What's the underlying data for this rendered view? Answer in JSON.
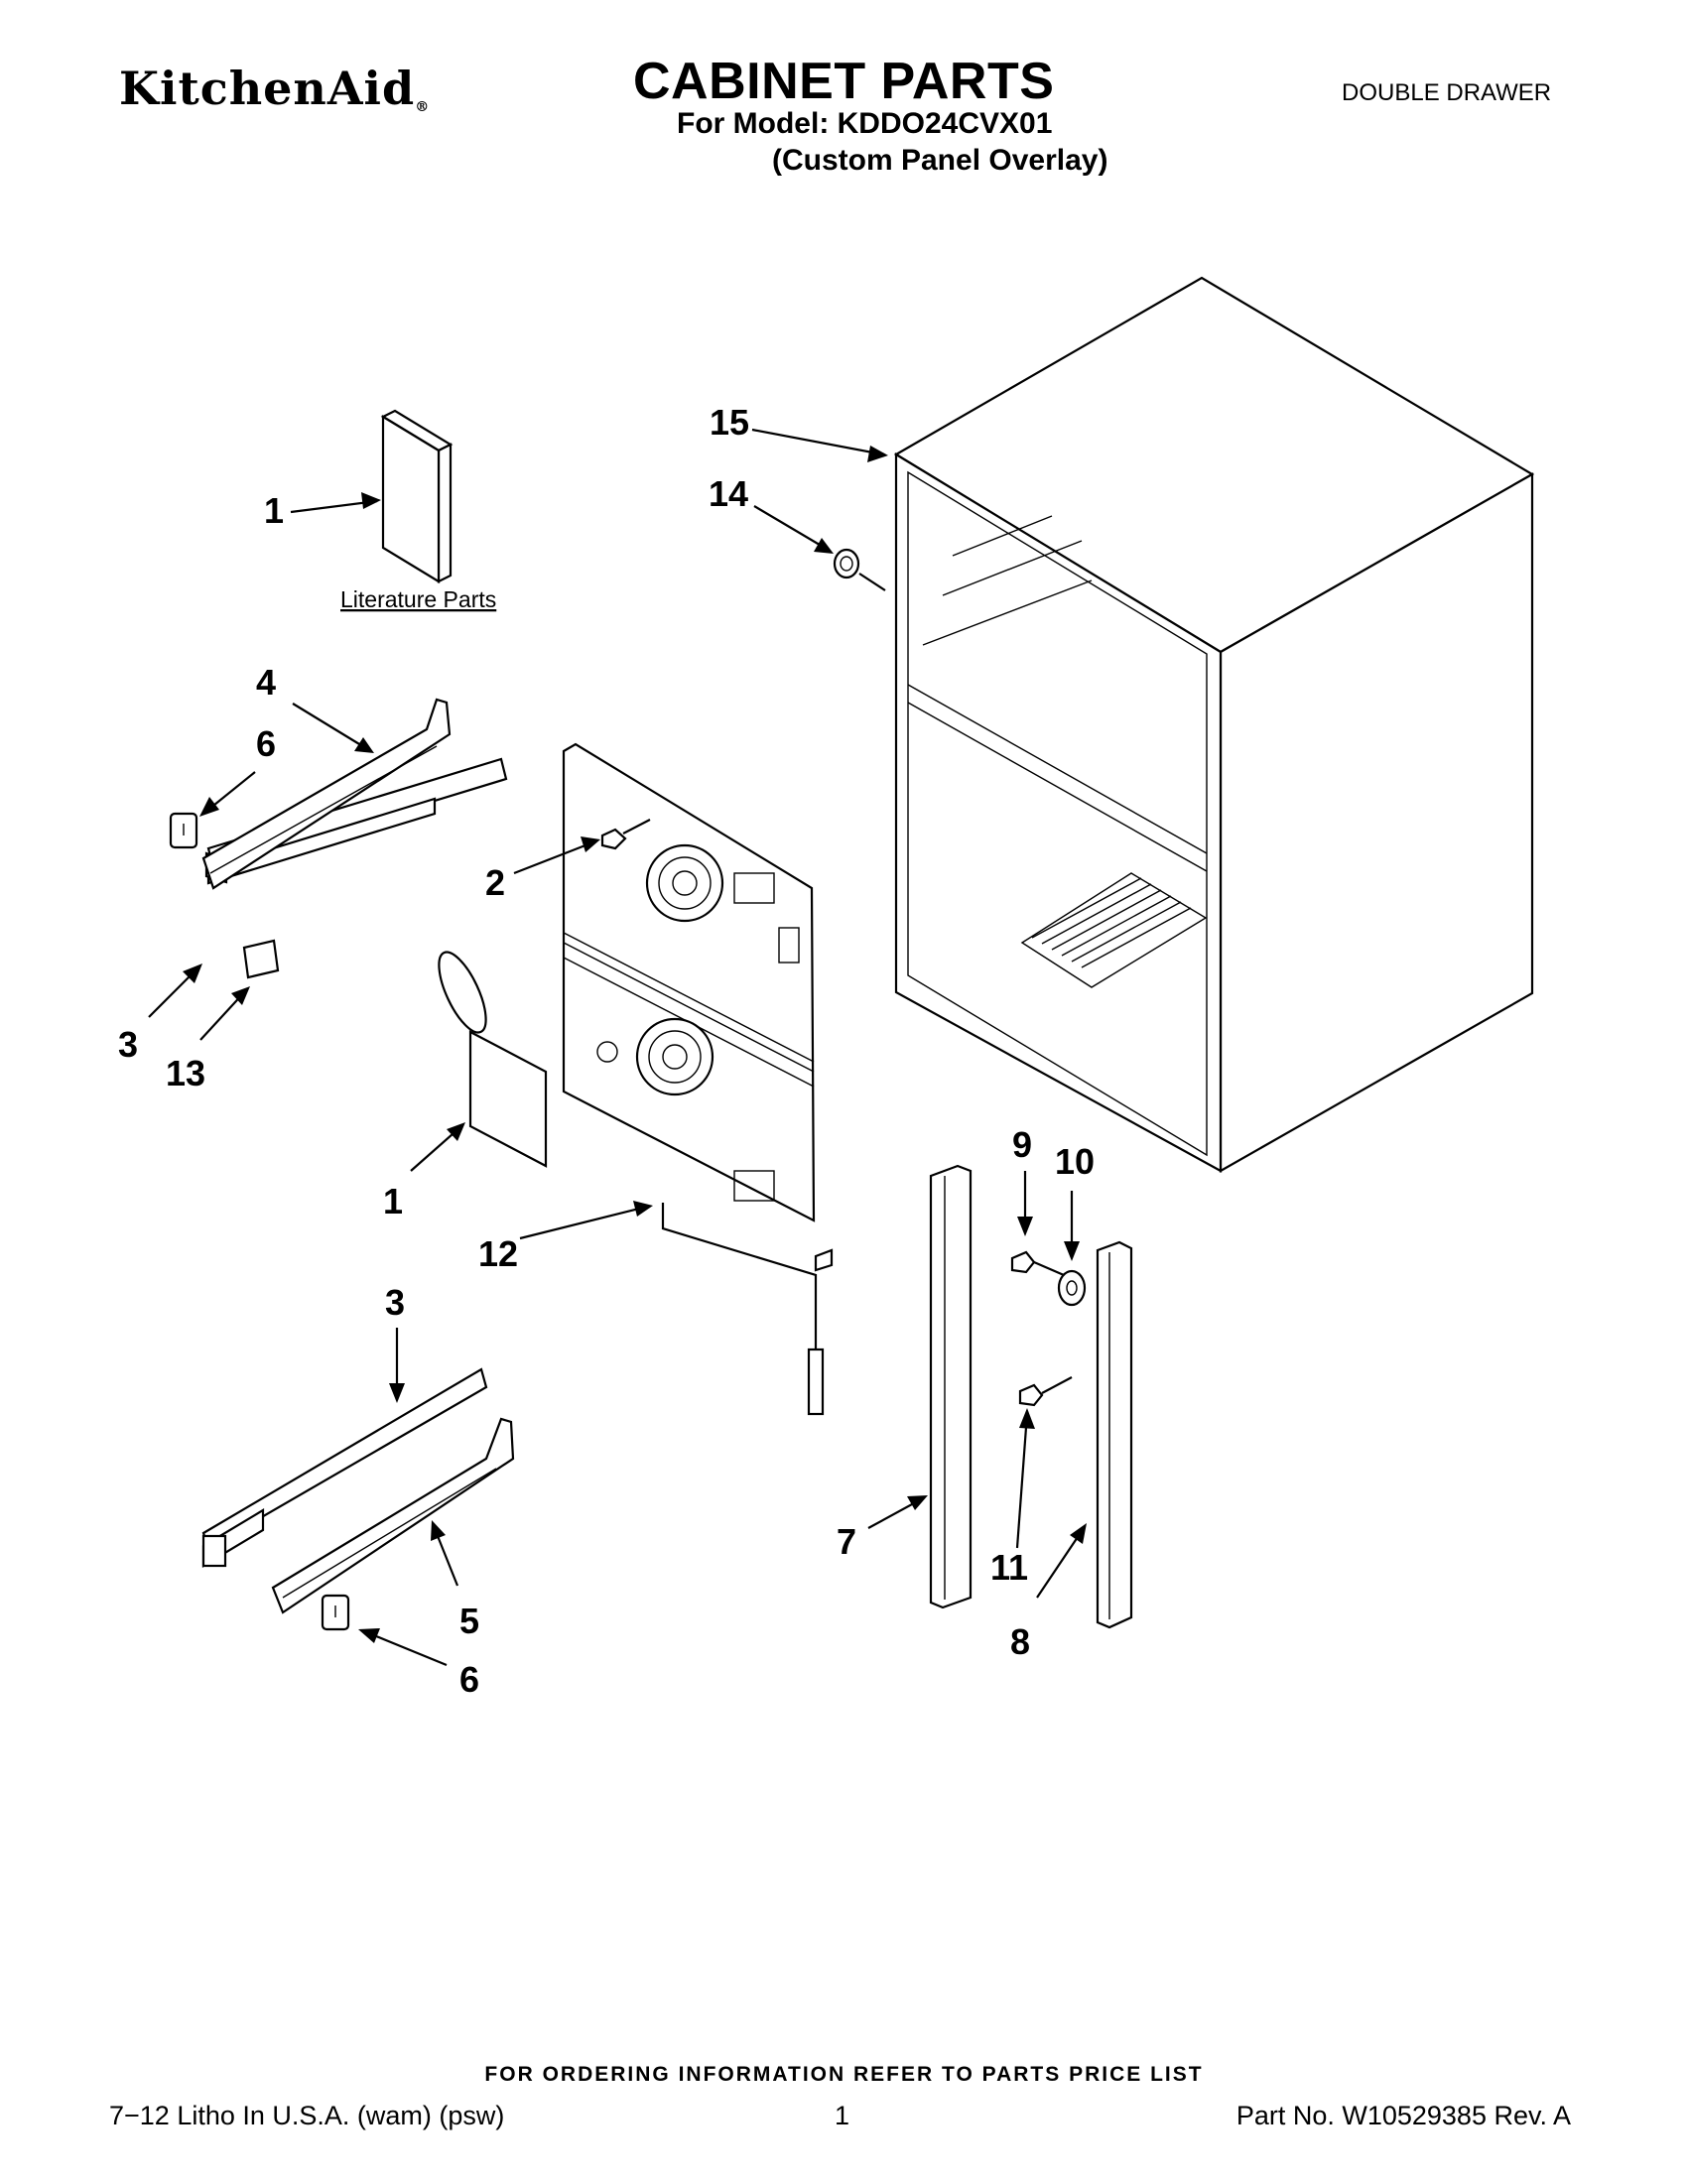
{
  "header": {
    "brand": "KitchenAid",
    "brand_mark": "®",
    "title": "CABINET PARTS",
    "model_line": "For Model: KDDO24CVX01",
    "variant_line": "(Custom Panel Overlay)",
    "product_type": "DOUBLE DRAWER"
  },
  "diagram": {
    "literature_label": "Literature Parts",
    "callouts": [
      "1",
      "1",
      "2",
      "3",
      "3",
      "4",
      "5",
      "6",
      "6",
      "7",
      "8",
      "9",
      "10",
      "11",
      "12",
      "13",
      "14",
      "15"
    ]
  },
  "footer": {
    "ordering_note": "FOR ORDERING INFORMATION REFER TO PARTS PRICE LIST",
    "litho": "7−12 Litho In U.S.A. (wam) (psw)",
    "page_number": "1",
    "part_number": "Part No. W10529385 Rev. A"
  }
}
